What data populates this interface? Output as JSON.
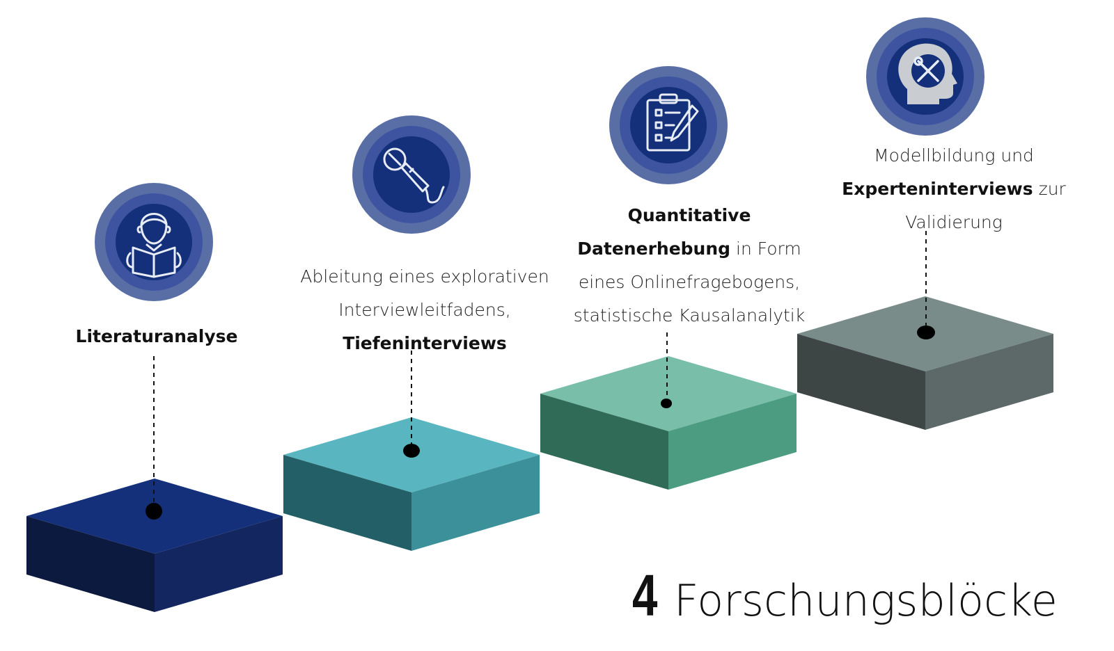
{
  "title": {
    "number": "4",
    "text": "Forschungsblöcke"
  },
  "colors": {
    "block1_top": "#14307a",
    "block1_left": "#0d1a3f",
    "block1_right": "#13265f",
    "block2_top": "#59b6c0",
    "block2_left": "#235f66",
    "block2_right": "#3b9099",
    "block3_top": "#78bea8",
    "block3_left": "#2f6b56",
    "block3_right": "#4b9c80",
    "block4_top": "#7a8c8a",
    "block4_left": "#3d4545",
    "block4_right": "#5c6968",
    "icon_outer": "#5a6ea6",
    "icon_ring": "#3e54a0",
    "icon_inner": "#14307a",
    "icon_line": "#e8ecf5"
  },
  "blocks": [
    {
      "icon": "reader-person-icon",
      "lines": [
        {
          "regular": "",
          "bold": "Literaturanalyse",
          "after": ""
        }
      ]
    },
    {
      "icon": "microphone-icon",
      "lines": [
        {
          "regular": "Ableitung eines explorativen",
          "bold": "",
          "after": ""
        },
        {
          "regular": "Interviewleitfadens,",
          "bold": "",
          "after": ""
        },
        {
          "regular": "",
          "bold": "Tiefeninterviews",
          "after": ""
        }
      ]
    },
    {
      "icon": "clipboard-checklist-icon",
      "lines": [
        {
          "regular": "",
          "bold": "Quantitative",
          "after": ""
        },
        {
          "regular": "",
          "bold": "Datenerhebung",
          "after": " in Form"
        },
        {
          "regular": "eines Onlinefragebogens,",
          "bold": "",
          "after": ""
        },
        {
          "regular": "statistische Kausalanalytik",
          "bold": "",
          "after": ""
        }
      ]
    },
    {
      "icon": "head-tools-icon",
      "lines": [
        {
          "regular": "Modellbildung und",
          "bold": "",
          "after": ""
        },
        {
          "regular": "",
          "bold": "Experteninterviews",
          "after": " zur"
        },
        {
          "regular": "Validierung",
          "bold": "",
          "after": ""
        }
      ]
    }
  ]
}
